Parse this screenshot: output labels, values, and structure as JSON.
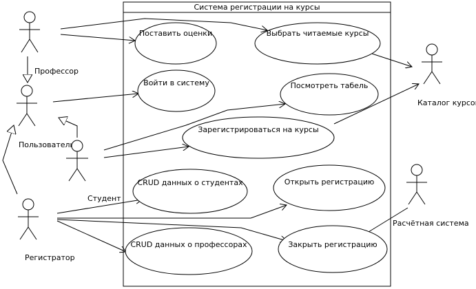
{
  "system": {
    "title": "Система регистрации на курсы"
  },
  "actors": {
    "professor": "Профессор",
    "user": "Пользователь",
    "student": "Студент",
    "registrar": "Регистратор",
    "course_catalog": "Каталог курсов",
    "billing": "Расчётная система"
  },
  "usecases": {
    "grade": "Поставить оценки",
    "select_courses": "Выбрать читаемые курсы",
    "login": "Войти в систему",
    "report": "Посмотреть табель",
    "register": "Зарегистрироваться на курсы",
    "crud_students": "CRUD данных о студентах",
    "open_reg": "Открыть регистрацию",
    "crud_profs": "CRUD данных о профессорах",
    "close_reg": "Закрыть регистрацию"
  }
}
